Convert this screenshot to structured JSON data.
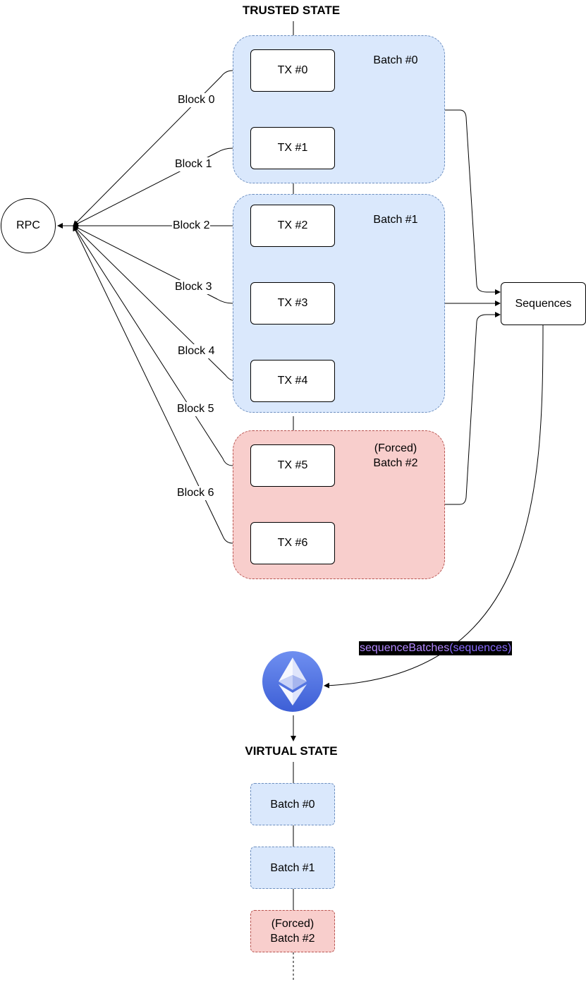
{
  "headings": {
    "trusted": "TRUSTED STATE",
    "virtual": "VIRTUAL STATE"
  },
  "rpc": {
    "label": "RPC"
  },
  "batch_groups": [
    {
      "label": "Batch #0",
      "color": "#dae8fc"
    },
    {
      "label": "Batch #1",
      "color": "#dae8fc"
    },
    {
      "label": "(Forced)\nBatch #2",
      "color": "#f8cecc"
    }
  ],
  "transactions": [
    "TX #0",
    "TX #1",
    "TX #2",
    "TX #3",
    "TX #4",
    "TX #5",
    "TX #6"
  ],
  "blocks": [
    "Block 0",
    "Block 1",
    "Block 2",
    "Block 3",
    "Block 4",
    "Block 5",
    "Block 6"
  ],
  "sequences": {
    "label": "Sequences"
  },
  "call": {
    "function": "sequenceBatches",
    "args": "(sequences)"
  },
  "ethereum": {
    "icon": "ethereum-icon"
  },
  "virtual_batches": [
    {
      "label": "Batch #0",
      "color": "#dae8fc"
    },
    {
      "label": "Batch #1",
      "color": "#dae8fc"
    },
    {
      "label": "(Forced)\nBatch #2",
      "color": "#f8cecc"
    }
  ]
}
